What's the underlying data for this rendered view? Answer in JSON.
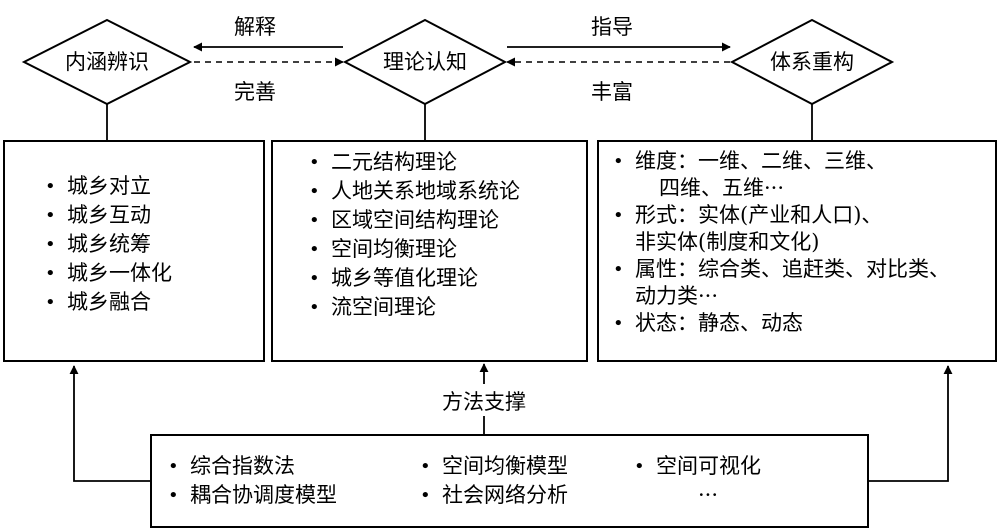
{
  "nodes": {
    "connotation": "内涵辨识",
    "theory": "理论认知",
    "reconstruction": "体系重构"
  },
  "arrows": {
    "explain": "解释",
    "improve": "完善",
    "guide": "指导",
    "enrich": "丰富",
    "method_support": "方法支撑"
  },
  "connotation_items": [
    "城乡对立",
    "城乡互动",
    "城乡统筹",
    "城乡一体化",
    "城乡融合"
  ],
  "theory_items": [
    "二元结构理论",
    "人地关系地域系统论",
    "区域空间结构理论",
    "空间均衡理论",
    "城乡等值化理论",
    "流空间理论"
  ],
  "reconstruction_items": [
    {
      "line1": "维度：一维、二维、三维、",
      "line2": "四维、五维···"
    },
    {
      "line1": "形式：实体(产业和人口)、",
      "line2": "非实体(制度和文化)"
    },
    {
      "line1": "属性：综合类、追赶类、对比类、",
      "line2": "动力类···"
    },
    {
      "line1": "状态：静态、动态",
      "line2": ""
    }
  ],
  "methods": {
    "col1": [
      "综合指数法",
      "耦合协调度模型"
    ],
    "col2": [
      "空间均衡模型",
      "社会网络分析"
    ],
    "col3": [
      "空间可视化"
    ],
    "ellipsis": "···"
  }
}
